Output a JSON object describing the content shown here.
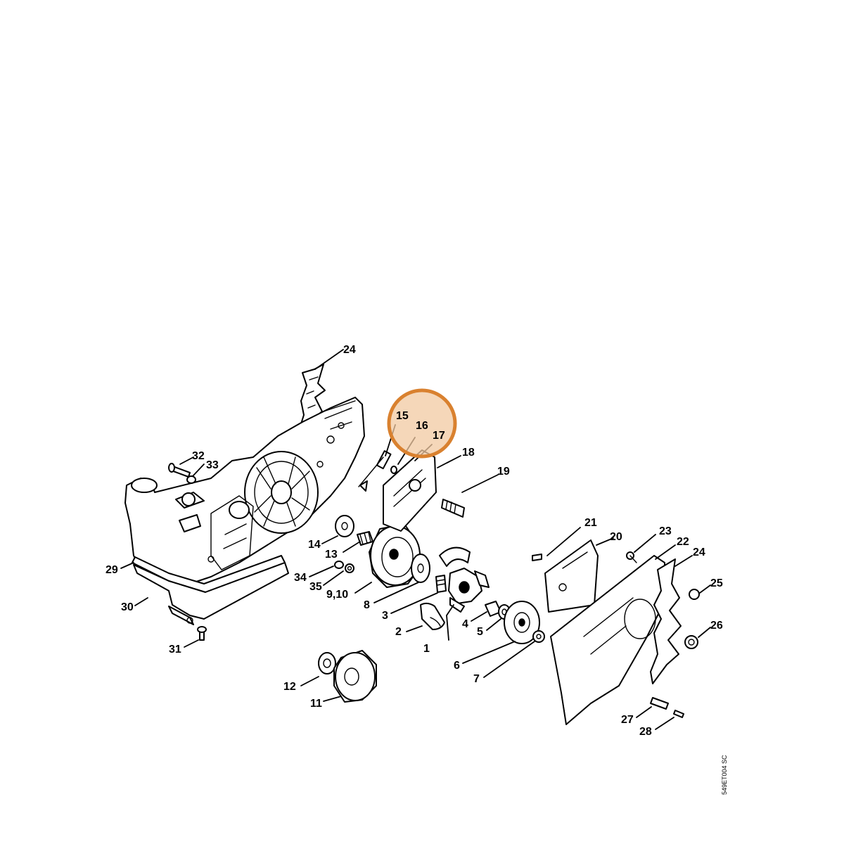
{
  "drawing_code": "549ET004 SC",
  "highlight": {
    "fill": "#f2c9a1",
    "stroke": "#d9812f",
    "opacity": 0.75
  },
  "labels": {
    "l1": "1",
    "l2": "2",
    "l3": "3",
    "l4": "4",
    "l5": "5",
    "l6": "6",
    "l7": "7",
    "l8": "8",
    "l9_10": "9,10",
    "l11": "11",
    "l12": "12",
    "l13": "13",
    "l14": "14",
    "l15": "15",
    "l16": "16",
    "l17": "17",
    "l18": "18",
    "l19": "19",
    "l20": "20",
    "l21": "21",
    "l22": "22",
    "l23": "23",
    "l24a": "24",
    "l24b": "24",
    "l25": "25",
    "l26": "26",
    "l27": "27",
    "l28": "28",
    "l29": "29",
    "l30": "30",
    "l31": "31",
    "l32": "32",
    "l33": "33",
    "l34": "34",
    "l35": "35"
  }
}
